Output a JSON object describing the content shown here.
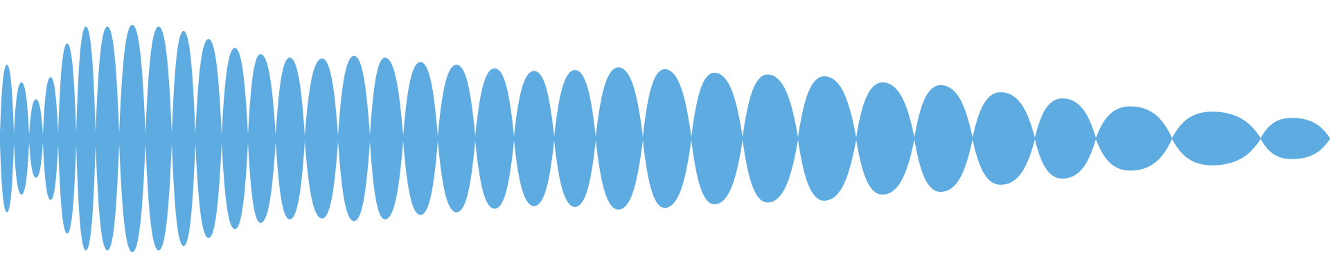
{
  "waveform": {
    "fill_color": "#5dabe1",
    "background_color": "#ffffff",
    "lobe_count": 34,
    "amplitudes": [
      0.83,
      0.63,
      0.44,
      0.69,
      1.07,
      1.26,
      1.26,
      1.28,
      1.26,
      1.21,
      1.12,
      1.02,
      0.95,
      0.91,
      0.9,
      0.93,
      0.91,
      0.86,
      0.83,
      0.79,
      0.76,
      0.77,
      0.8,
      0.78,
      0.74,
      0.72,
      0.7,
      0.63,
      0.6,
      0.52,
      0.45,
      0.36,
      0.3,
      0.23
    ],
    "peak_skew": [
      0.5,
      0.5,
      0.5,
      0.5,
      0.5,
      0.5,
      0.5,
      0.5,
      0.5,
      0.5,
      0.5,
      0.5,
      0.45,
      0.48,
      0.52,
      0.5,
      0.45,
      0.5,
      0.5,
      0.5,
      0.5,
      0.5,
      0.48,
      0.45,
      0.45,
      0.45,
      0.45,
      0.45,
      0.45,
      0.45,
      0.45,
      0.45,
      0.45,
      0.45
    ]
  }
}
